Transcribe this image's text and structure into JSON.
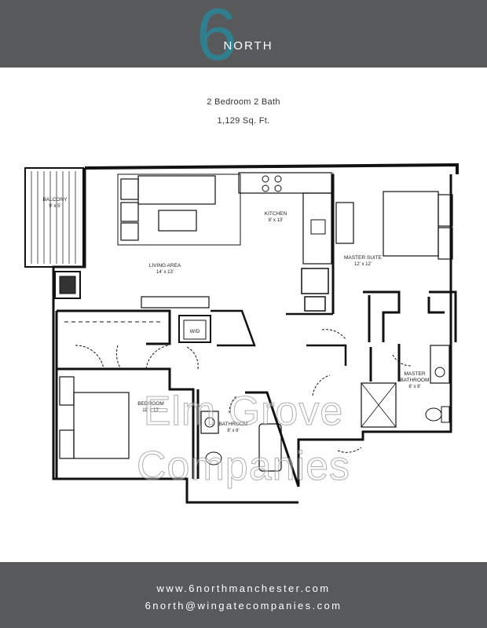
{
  "brand": {
    "logo_numeral": "6",
    "logo_word": "NORTH",
    "accent_color": "#2f7f8e",
    "bar_color": "#58595b"
  },
  "unit": {
    "type": "2 Bedroom 2 Bath",
    "size": "1,129 Sq. Ft."
  },
  "rooms": {
    "balcony": {
      "name": "BALCONY",
      "dims": "9' x 5'"
    },
    "kitchen": {
      "name": "KITCHEN",
      "dims": "8' x 13'"
    },
    "living": {
      "name": "LIVING AREA",
      "dims": "14' x 13'"
    },
    "master_suite": {
      "name": "MASTER SUITE",
      "dims": "12' x 12'"
    },
    "washer_dryer": {
      "name": "W/D"
    },
    "master_bath": {
      "name": "MASTER",
      "name2": "BATHROOM",
      "dims": "8' x 8'"
    },
    "bedroom": {
      "name": "BEDROOM",
      "dims": "11' x 13'"
    },
    "bathroom": {
      "name": "BATHROOM",
      "dims": "8' x 6'"
    }
  },
  "watermark": {
    "line1": "Elm Grove",
    "line2": "Companies"
  },
  "footer": {
    "website": "www.6northmanchester.com",
    "email": "6north@wingatecompanies.com"
  }
}
